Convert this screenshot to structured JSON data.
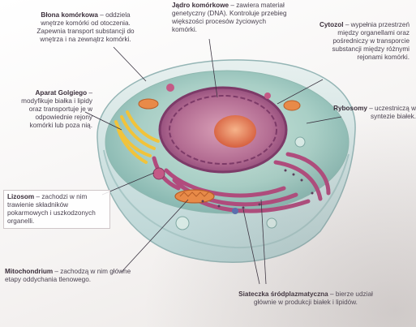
{
  "labels": {
    "membrane": {
      "name": "Błona komórkowa",
      "desc": "– oddziela wnętrze komórki od otoczenia. Zapewnia transport substancji do wnętrza i na zewnątrz komórki."
    },
    "nucleus": {
      "name": "Jądro komórkowe",
      "desc": "– zawiera materiał genetyczny (DNA). Kontroluje przebieg większości procesów życiowych komórki."
    },
    "cytosol": {
      "name": "Cytozol",
      "desc": "– wypełnia przestrzeń między organellami oraz pośredniczy w transporcie substancji między różnymi rejonami komórki."
    },
    "golgi": {
      "name": "Aparat Golgiego",
      "desc": "– modyfikuje białka i lipidy oraz transportuje je w odpowiednie rejony komórki lub poza nią."
    },
    "ribosomes": {
      "name": "Rybosomy",
      "desc": "– uczestniczą w syntezie białek."
    },
    "lysosome": {
      "name": "Lizosom",
      "desc": "– zachodzi w nim trawienie składników pokarmowych i uszkodzonych organelli."
    },
    "mitochondrion": {
      "name": "Mitochondrium",
      "desc": "– zachodzą w nim główne etapy oddychania tlenowego."
    },
    "er": {
      "name": "Siateczka śródplazmatyczna",
      "desc": "– bierze udział głównie w produkcji białek i lipidów."
    }
  },
  "colors": {
    "cytoplasm": "#a9cfc6",
    "membrane": "#c9dfe1",
    "nucleus": "#9e5a86",
    "nucleolus": "#e07a55",
    "golgi": "#f1c33a",
    "er": "#b14b7d",
    "mitochondrion": "#e88a48",
    "leader": "#3a3340"
  }
}
